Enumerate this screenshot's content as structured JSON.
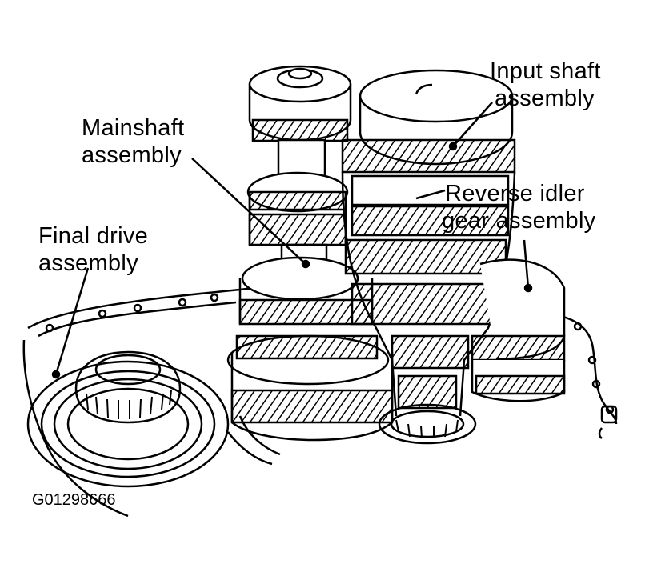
{
  "labels": {
    "mainshaft": [
      "Mainshaft",
      "assembly"
    ],
    "input_shaft": [
      "Input shaft",
      "assembly"
    ],
    "reverse_idler": [
      "Reverse idler",
      "gear assembly"
    ],
    "final_drive": [
      "Final drive",
      "assembly"
    ]
  },
  "figure_id": "G01298666",
  "colors": {
    "ink": "#000000",
    "paper": "#ffffff"
  }
}
